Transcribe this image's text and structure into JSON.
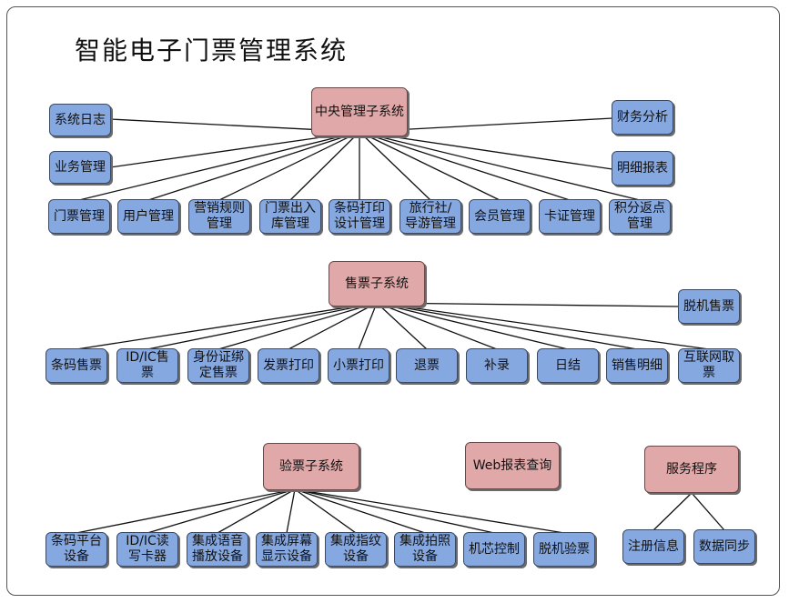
{
  "title": "智能电子门票管理系统",
  "colors": {
    "node_blue": "#86a8e0",
    "node_pink": "#e0a8a8",
    "line": "#111111"
  },
  "central": {
    "root": "中央管理子系统",
    "left_side": [
      "系统日志",
      "业务管理"
    ],
    "right_side": [
      "财务分析",
      "明细报表"
    ],
    "bottom_row": [
      "门票管理",
      "用户管理",
      "营销规则\n管理",
      "门票出入\n库管理",
      "条码打印\n设计管理",
      "旅行社/\n导游管理",
      "会员管理",
      "卡证管理",
      "积分返点\n管理"
    ]
  },
  "sales": {
    "root": "售票子系统",
    "right_side": [
      "脱机售票"
    ],
    "bottom_row": [
      "条码售票",
      "ID/IC售\n票",
      "身份证绑\n定售票",
      "发票打印",
      "小票打印",
      "退票",
      "补录",
      "日结",
      "销售明细",
      "互联网取\n票"
    ]
  },
  "check": {
    "root": "验票子系统",
    "bottom_row": [
      "条码平台\n设备",
      "ID/IC读\n写卡器",
      "集成语音\n播放设备",
      "集成屏幕\n显示设备",
      "集成指纹\n设备",
      "集成拍照\n设备",
      "机芯控制",
      "脱机验票"
    ]
  },
  "web_report": "Web报表查询",
  "service": {
    "root": "服务程序",
    "bottom_row": [
      "注册信息",
      "数据同步"
    ]
  }
}
